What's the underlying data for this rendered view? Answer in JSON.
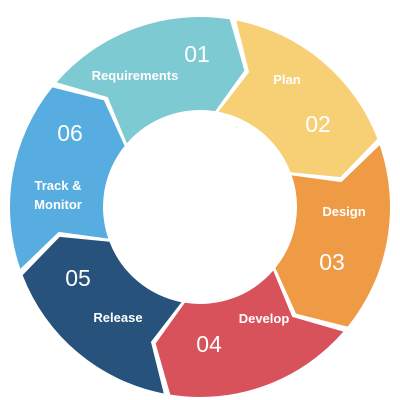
{
  "stages": [
    {
      "number": "01",
      "label": [
        "Requirements"
      ],
      "color": "#7ecad3"
    },
    {
      "number": "02",
      "label": [
        "Plan"
      ],
      "color": "#f7cf75"
    },
    {
      "number": "03",
      "label": [
        "Design"
      ],
      "color": "#ef9a45"
    },
    {
      "number": "04",
      "label": [
        "Develop"
      ],
      "color": "#d7525b"
    },
    {
      "number": "05",
      "label": [
        "Release"
      ],
      "color": "#27527c"
    },
    {
      "number": "06",
      "label": [
        "Track &",
        "Monitor"
      ],
      "color": "#57ace0"
    }
  ],
  "center_mark": "'"
}
